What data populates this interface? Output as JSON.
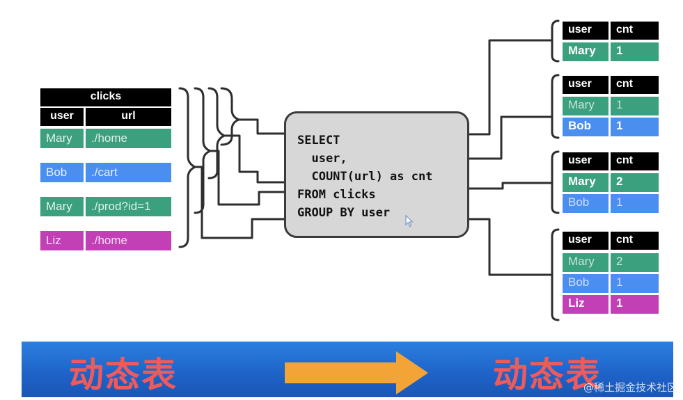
{
  "source_table": {
    "title": "clicks",
    "columns": [
      "user",
      "url"
    ],
    "rows": [
      {
        "user": "Mary",
        "url": "./home",
        "color": "#3aa07e"
      },
      {
        "user": "Bob",
        "url": "./cart",
        "color": "#4a8ff0"
      },
      {
        "user": "Mary",
        "url": "./prod?id=1",
        "color": "#3aa07e"
      },
      {
        "user": "Liz",
        "url": "./home",
        "color": "#c23fb5"
      }
    ]
  },
  "query": {
    "lines": [
      "SELECT",
      "  user,",
      "  COUNT(url) as cnt",
      "FROM clicks",
      "GROUP BY user"
    ]
  },
  "result_tables": [
    {
      "columns": [
        "user",
        "cnt"
      ],
      "rows": [
        {
          "user": "Mary",
          "cnt": "1",
          "state": "new",
          "color": "#3aa07e"
        }
      ]
    },
    {
      "columns": [
        "user",
        "cnt"
      ],
      "rows": [
        {
          "user": "Mary",
          "cnt": "1",
          "state": "old",
          "color": "#3aa07e"
        },
        {
          "user": "Bob",
          "cnt": "1",
          "state": "new",
          "color": "#4a8ff0"
        }
      ]
    },
    {
      "columns": [
        "user",
        "cnt"
      ],
      "rows": [
        {
          "user": "Mary",
          "cnt": "2",
          "state": "new",
          "color": "#3aa07e"
        },
        {
          "user": "Bob",
          "cnt": "1",
          "state": "old",
          "color": "#4a8ff0"
        }
      ]
    },
    {
      "columns": [
        "user",
        "cnt"
      ],
      "rows": [
        {
          "user": "Mary",
          "cnt": "2",
          "state": "old",
          "color": "#3aa07e"
        },
        {
          "user": "Bob",
          "cnt": "1",
          "state": "old",
          "color": "#4a8ff0"
        },
        {
          "user": "Liz",
          "cnt": "1",
          "state": "new",
          "color": "#c23fb5"
        }
      ]
    }
  ],
  "banner": {
    "left_text": "动态表",
    "right_text": "动态表",
    "text_color": "#ef5a5a",
    "arrow_color": "#f2a536",
    "background": "#1e62c7"
  },
  "watermark": "@稀土掘金技术社区"
}
